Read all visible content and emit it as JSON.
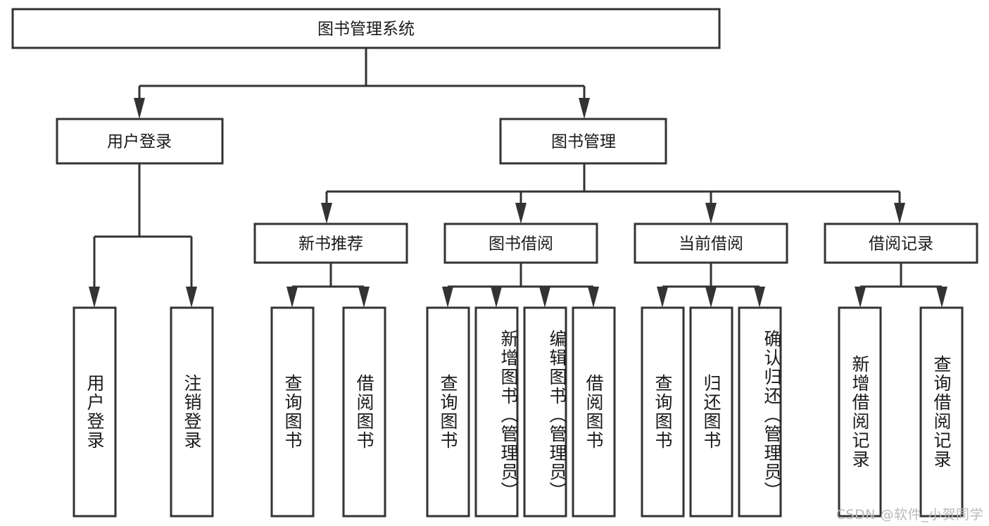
{
  "diagram": {
    "type": "hierarchy-tree",
    "title_node": {
      "label": "图书管理系统"
    },
    "level2": [
      {
        "label": "用户登录"
      },
      {
        "label": "图书管理"
      }
    ],
    "level3": [
      {
        "label": "新书推荐"
      },
      {
        "label": "图书借阅"
      },
      {
        "label": "当前借阅"
      },
      {
        "label": "借阅记录"
      }
    ],
    "leaves": {
      "user_login": [
        {
          "label": "用户登录"
        },
        {
          "label": "注销登录"
        }
      ],
      "new_book_recommend": [
        {
          "label": "查询图书"
        },
        {
          "label": "借阅图书"
        }
      ],
      "book_borrow": [
        {
          "label": "查询图书"
        },
        {
          "label": "新增图书（管理员）"
        },
        {
          "label": "编辑图书（管理员）"
        },
        {
          "label": "借阅图书"
        }
      ],
      "current_borrow": [
        {
          "label": "查询图书"
        },
        {
          "label": "归还图书"
        },
        {
          "label": "确认归还（管理员）"
        }
      ],
      "borrow_record": [
        {
          "label": "新增借阅记录"
        },
        {
          "label": "查询借阅记录"
        }
      ]
    }
  },
  "watermark": {
    "text": "CSDN @软件_小贺同学"
  },
  "colors": {
    "box_stroke": "#333333",
    "box_fill": "#ffffff",
    "text": "#1a1a1a",
    "watermark": "#b9b9b9",
    "canvas": "#ffffff"
  }
}
